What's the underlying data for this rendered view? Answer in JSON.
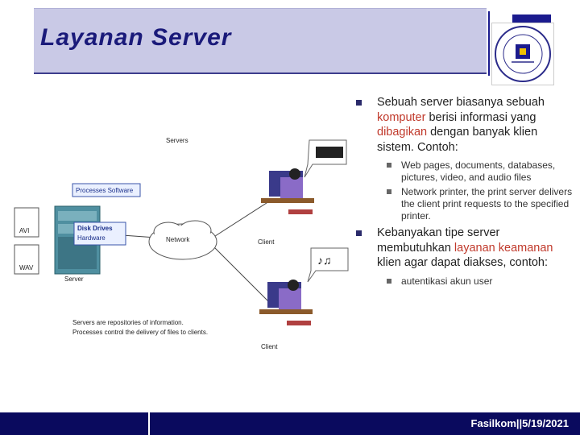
{
  "slide": {
    "title": "Layanan Server",
    "bullet1": {
      "pre": "Sebuah server biasanya sebuah ",
      "hl1": "komputer",
      "mid": " berisi informasi yang ",
      "hl2": "dibagikan",
      "post": " dengan banyak klien sistem. Contoh:"
    },
    "sub1": [
      "Web pages, documents, databases, pictures, video, and audio files",
      "Network printer, the print server delivers the client print requests to the specified printer."
    ],
    "bullet2": {
      "pre": "Kebanyakan tipe server membutuhkan ",
      "hl1": "layanan",
      "mid": " ",
      "hl2": "keamanan",
      "post": " klien agar dapat diakses, contoh:"
    },
    "sub2": [
      "autentikasi akun user"
    ]
  },
  "diagram": {
    "servers": "Servers",
    "processes_software": "Processes Software",
    "disk_drives": "Disk Drives",
    "hardware": "Hardware",
    "network": "Network",
    "client_top": "Client",
    "client_bottom": "Client",
    "server": "Server",
    "file_avi": "AVI",
    "file_wav": "WAV",
    "caption1": "Servers are repositories of information.",
    "caption2": "Processes control the delivery of files to clients."
  },
  "footer": {
    "text": "Fasilkom||5/19/2021"
  },
  "colors": {
    "title_bg": "#c9c9e6",
    "title_text": "#1a1a7a",
    "footer_bg": "#0a0a5e",
    "highlight": "#c0392b"
  }
}
